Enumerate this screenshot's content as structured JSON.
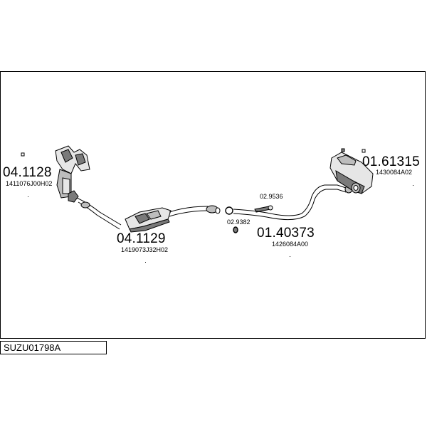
{
  "diagram_code": "SUZU01798A",
  "parts": [
    {
      "part": "04.1128",
      "oe": "1411076J00H02",
      "icon": "exhaust-manifold-catalyst-icon"
    },
    {
      "part": "04.1129",
      "oe": "1419073J32H02",
      "icon": "catalytic-converter-icon"
    },
    {
      "part": "02.9536",
      "oe": "",
      "icon": "clamp-icon"
    },
    {
      "part": "02.9382",
      "oe": "",
      "icon": "gasket-icon"
    },
    {
      "part": "01.40373",
      "oe": "1426084A00",
      "icon": "middle-pipe-icon"
    },
    {
      "part": "01.61315",
      "oe": "1430084A02",
      "icon": "rear-silencer-icon"
    }
  ],
  "colors": {
    "line": "#000000",
    "fill_light": "#e6e6e6",
    "fill_mid": "#bdbdbd",
    "fill_dark": "#7a7a7a"
  }
}
